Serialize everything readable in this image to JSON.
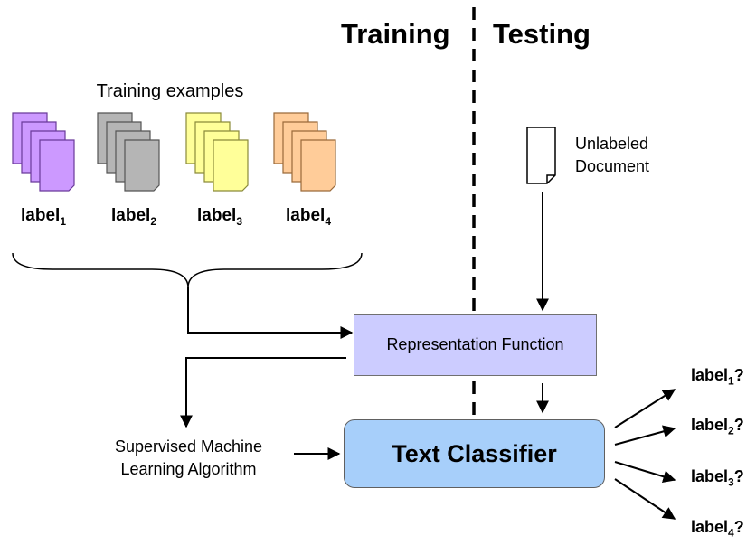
{
  "headers": {
    "training": "Training",
    "testing": "Testing"
  },
  "training_examples_title": "Training examples",
  "label_base": "label",
  "doc_stacks": [
    {
      "sub": "1",
      "fill": "#cc99ff",
      "stroke": "#6a3a9a"
    },
    {
      "sub": "2",
      "fill": "#b5b5b5",
      "stroke": "#555555"
    },
    {
      "sub": "3",
      "fill": "#ffff99",
      "stroke": "#8a8a3a"
    },
    {
      "sub": "4",
      "fill": "#ffcc99",
      "stroke": "#9a6a3a"
    }
  ],
  "unlabeled_document": {
    "line1": "Unlabeled",
    "line2": "Document"
  },
  "representation_function": "Representation Function",
  "text_classifier": "Text Classifier",
  "supervised_algorithm": {
    "line1": "Supervised Machine",
    "line2": "Learning Algorithm"
  },
  "outputs": [
    {
      "sub": "1",
      "suffix": "?"
    },
    {
      "sub": "2",
      "suffix": "?"
    },
    {
      "sub": "3",
      "suffix": "?"
    },
    {
      "sub": "4",
      "suffix": "?"
    }
  ],
  "colors": {
    "representation_fill": "#ccccff",
    "classifier_fill": "#a7cffa"
  }
}
